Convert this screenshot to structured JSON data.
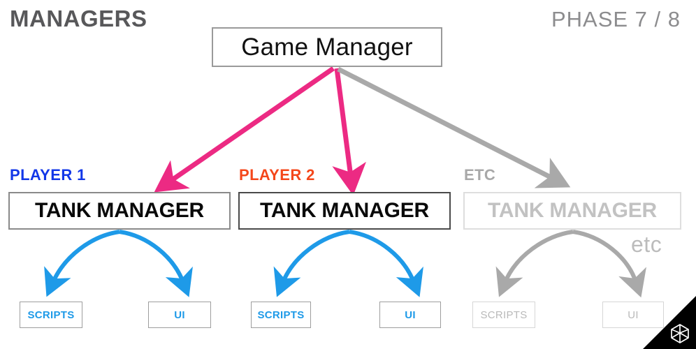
{
  "header": {
    "title": "MANAGERS",
    "phase": "PHASE 7 / 8"
  },
  "root": {
    "label": "Game Manager"
  },
  "columns": [
    {
      "key": "player1",
      "header": "PLAYER 1",
      "header_color": "#1237e8",
      "manager": "TANK MANAGER",
      "children": [
        "SCRIPTS",
        "UI"
      ],
      "state": "active",
      "accent": "#1e9ae8",
      "link_color": "#ec2a83"
    },
    {
      "key": "player2",
      "header": "PLAYER 2",
      "header_color": "#f4471b",
      "manager": "TANK MANAGER",
      "children": [
        "SCRIPTS",
        "UI"
      ],
      "state": "active",
      "accent": "#1e9ae8",
      "link_color": "#ec2a83"
    },
    {
      "key": "etc",
      "header": "ETC",
      "header_color": "#a8a8a8",
      "manager": "TANK MANAGER",
      "children": [
        "SCRIPTS",
        "UI"
      ],
      "state": "muted",
      "accent": "#a9a9a9",
      "link_color": "#a9a9a9"
    }
  ],
  "footnote": {
    "etc": "etc"
  },
  "branding": {
    "logo": "unity-logo"
  },
  "colors": {
    "pink": "#ec2a83",
    "blue": "#1e9ae8",
    "gray": "#a9a9a9",
    "title_gray": "#58585a",
    "phase_gray": "#8c8c8e",
    "background": "#ffffff"
  }
}
